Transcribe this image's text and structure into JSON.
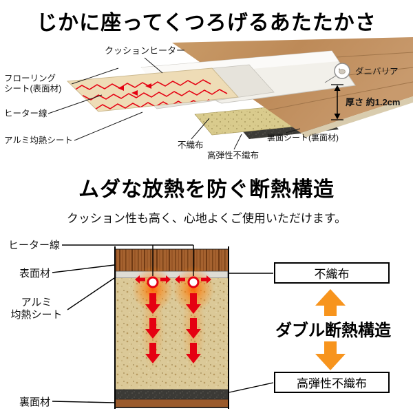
{
  "colors": {
    "accent_red": "#e50012",
    "accent_orange": "#f7941d",
    "wood_brown": "#a5622f",
    "foam_tan": "#dbc998",
    "dark_layer": "#3b3a36"
  },
  "top_section": {
    "title": "じかに座ってくつろげるあたたかさ",
    "labels": {
      "cushion_heater": "クッションヒーター",
      "flooring_sheet": "フローリング\nシート(表面材)",
      "heater_wire": "ヒーター線",
      "aluminum_sheet": "アルミ均熱シート",
      "nonwoven": "不織布",
      "high_elastic_nonwoven": "高弾性不織布",
      "back_sheet": "裏面シート(裏面材)",
      "mite_barrier": "ダニバリア",
      "thickness": "厚さ 約1.2cm"
    }
  },
  "insulation_section": {
    "title": "ムダな放熱を防ぐ断熱構造",
    "subtitle": "クッション性も高く、心地よくご使用いただけます。",
    "labels": {
      "heater_wire": "ヒーター線",
      "surface_material": "表面材",
      "aluminum_sheet": "アルミ\n均熱シート",
      "back_material": "裏面材",
      "nonwoven": "不織布",
      "double_insulation": "ダブル断熱構造",
      "high_elastic_nonwoven": "高弾性不織布"
    }
  }
}
